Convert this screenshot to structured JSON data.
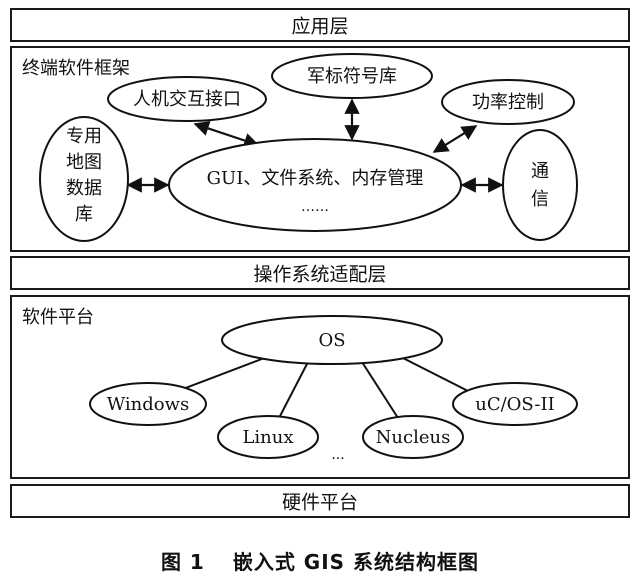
{
  "layers": {
    "application": "应用层",
    "terminal_framework": "终端软件框架",
    "os_adaptation": "操作系统适配层",
    "software_platform": "软件平台",
    "hardware_platform": "硬件平台"
  },
  "framework_modules": {
    "hci": "人机交互接口",
    "military_symbols": "军标符号库",
    "power_control": "功率控制",
    "map_db": [
      "专用",
      "地图",
      "数据",
      "库"
    ],
    "core": "GUI、文件系统、内存管理",
    "core_more": "……",
    "communication": [
      "通",
      "信"
    ]
  },
  "platform": {
    "os": "OS",
    "windows": "Windows",
    "linux": "Linux",
    "nucleus": "Nucleus",
    "ucos": "uC/OS-II",
    "more": "..."
  },
  "caption": {
    "figure_number": "图 1",
    "title": "嵌入式 GIS 系统结构框图"
  }
}
